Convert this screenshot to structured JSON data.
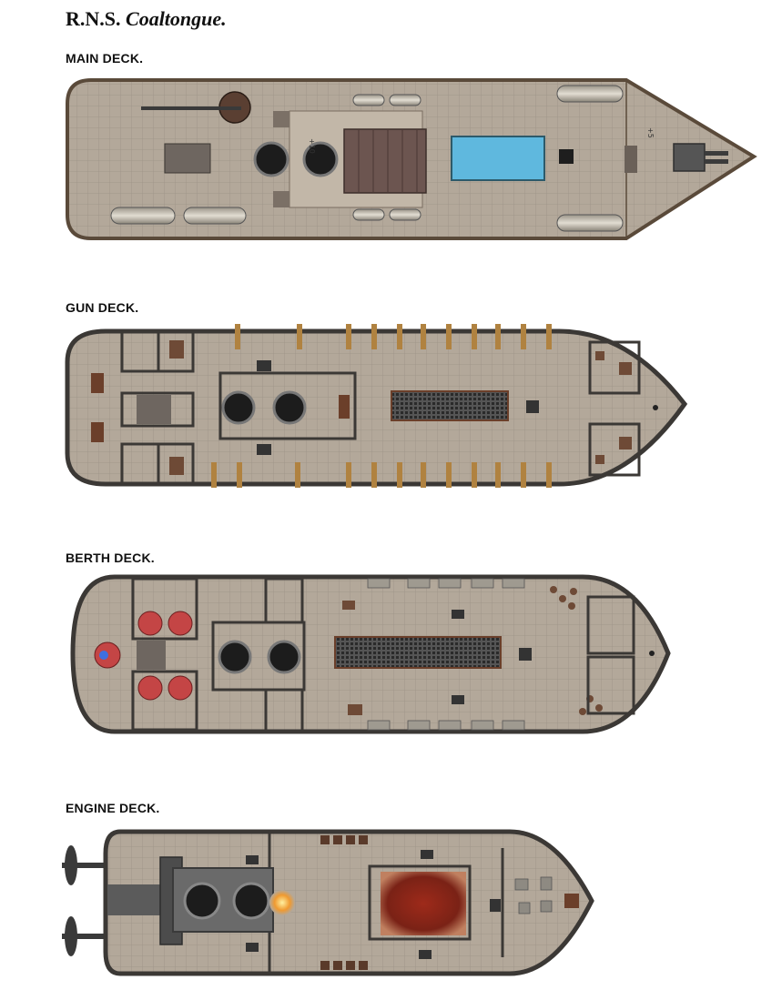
{
  "title": {
    "prefix": "R.N.S.",
    "ship_name": "Coaltongue."
  },
  "decks": [
    {
      "label": "MAIN DECK.",
      "markers": [
        "+10",
        "+5"
      ]
    },
    {
      "label": "GUN DECK."
    },
    {
      "label": "BERTH DECK."
    },
    {
      "label": "ENGINE DECK."
    }
  ],
  "colors": {
    "planking": "#b3a89a",
    "hull_outline": "#3b3835",
    "main_hull_outline": "#5a4a3a",
    "grid": "#9c9286",
    "stack": "#1c1c1c",
    "water_tank": "#5fb8de",
    "coal_pile": "#8c2a1a",
    "bunk": "#c44545",
    "cannon": "#b08240"
  }
}
